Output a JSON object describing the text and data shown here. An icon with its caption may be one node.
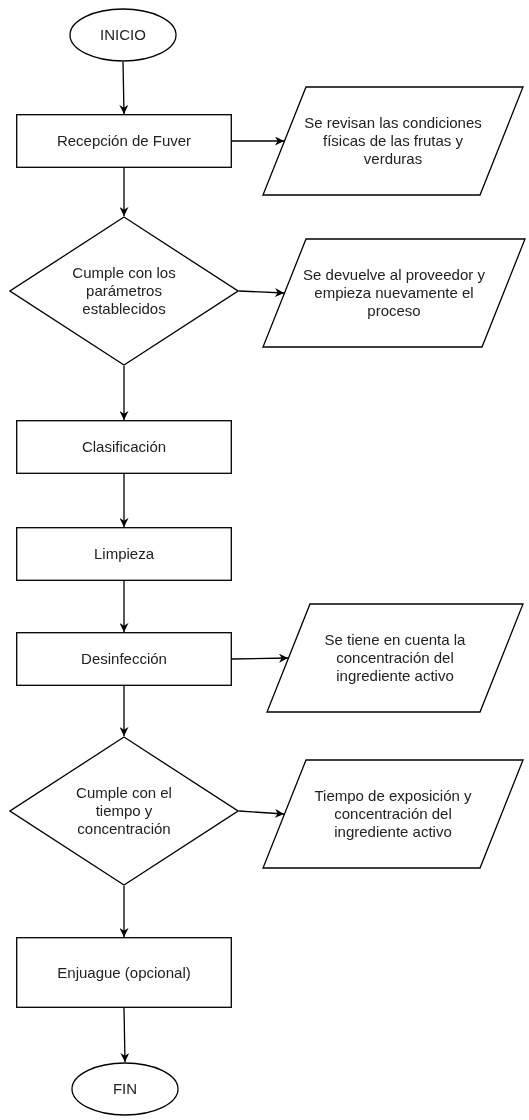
{
  "diagram": {
    "nodes": [
      {
        "text": [
          "INICIO"
        ]
      },
      {
        "text": [
          "Recepción de Fuver"
        ]
      },
      {
        "text": [
          "Se revisan las condiciones físicas de las frutas y verduras"
        ]
      },
      {
        "text": [
          "Cumple con los parámetros establecidos"
        ]
      },
      {
        "text": [
          "Se devuelve al proveedor y empieza nuevamente el proceso"
        ]
      },
      {
        "text": [
          "Clasificación"
        ]
      },
      {
        "text": [
          "Limpieza"
        ]
      },
      {
        "text": [
          "Desinfección"
        ]
      },
      {
        "text": [
          "Se tiene en cuenta la concentración del ingrediente activo"
        ]
      },
      {
        "text": [
          "Cumple con el tiempo y concentración"
        ]
      },
      {
        "text": [
          "Tiempo de exposición y concentración del ingrediente activo"
        ]
      },
      {
        "text": [
          "Enjuague (opcional)"
        ]
      },
      {
        "text": [
          "FIN"
        ]
      }
    ],
    "edges": [
      {
        "from": 0,
        "to": 1,
        "arrow": "to"
      },
      {
        "from": 1,
        "to": 2,
        "arrow": "to"
      },
      {
        "from": 1,
        "to": 3,
        "arrow": "to"
      },
      {
        "from": 3,
        "to": 4,
        "arrow": "to"
      },
      {
        "from": 3,
        "to": 5,
        "arrow": "to"
      },
      {
        "from": 5,
        "to": 6,
        "arrow": "to"
      },
      {
        "from": 6,
        "to": 7,
        "arrow": "to"
      },
      {
        "from": 7,
        "to": 8,
        "arrow": "to"
      },
      {
        "from": 7,
        "to": 9,
        "arrow": "to"
      },
      {
        "from": 9,
        "to": 10,
        "arrow": "to"
      },
      {
        "from": 9,
        "to": 11,
        "arrow": "to"
      },
      {
        "from": 11,
        "to": 12,
        "arrow": "to"
      }
    ]
  }
}
